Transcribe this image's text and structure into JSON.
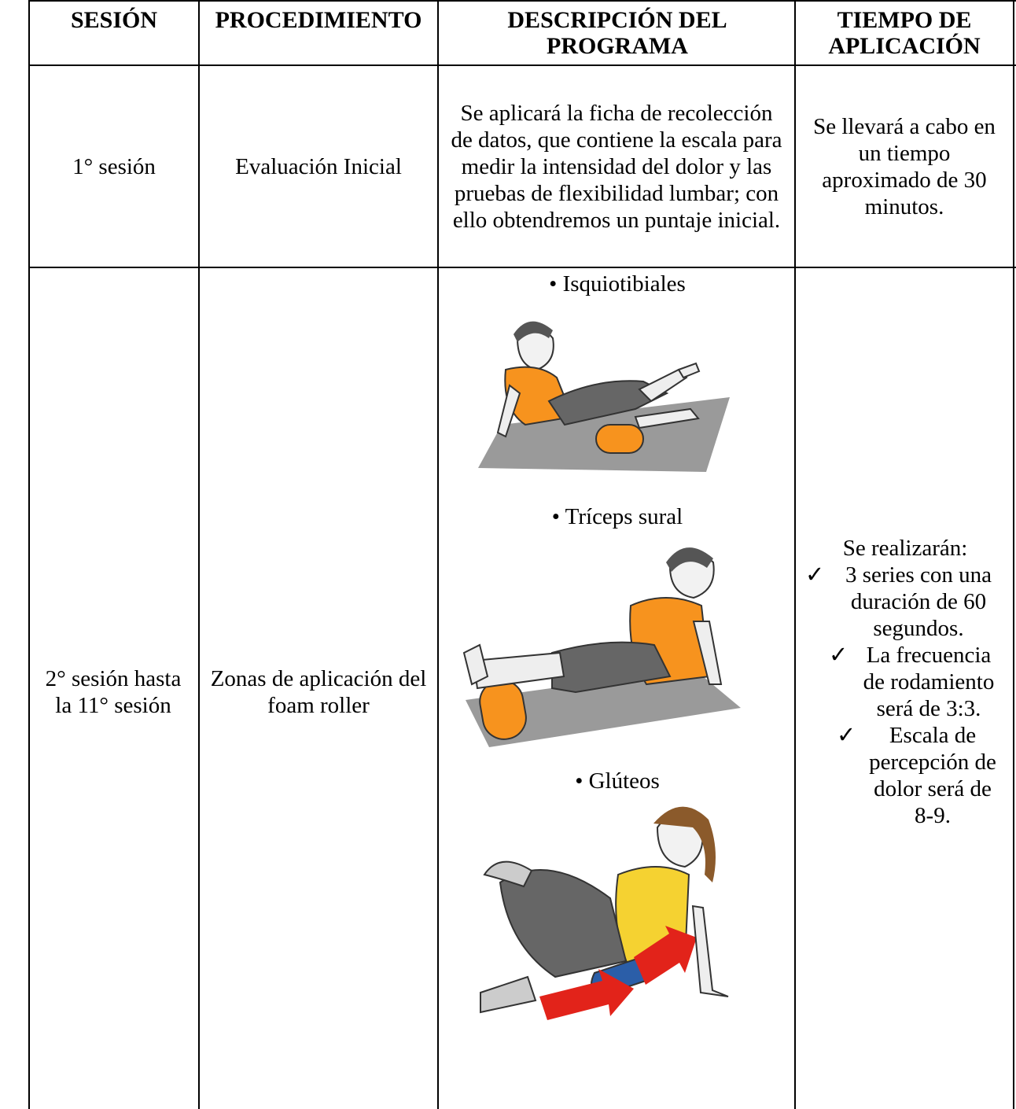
{
  "table": {
    "headers": [
      "SESIÓN",
      "PROCEDIMIENTO",
      "DESCRIPCIÓN DEL PROGRAMA",
      "TIEMPO DE APLICACIÓN"
    ],
    "rows": [
      {
        "session": "1° sesión",
        "procedure": "Evaluación Inicial",
        "description": "Se aplicará la ficha de recolección de datos, que contiene la escala para medir la intensidad del dolor y las pruebas de flexibilidad lumbar; con ello obtendremos un puntaje inicial.",
        "time": "Se llevará a cabo en un tiempo aproximado de 30 minutos."
      },
      {
        "session": "2° sesión hasta la 11° sesión",
        "procedure": "Zonas de aplicación del foam roller",
        "zones": [
          "Isquiotibiales",
          "Tríceps sural",
          "Glúteos"
        ],
        "time_intro": "Se realizarán:",
        "time_items": [
          "3 series con una duración de 60 segundos.",
          "La frecuencia de rodamiento será de 3:3.",
          "Escala de percepción de dolor será de 8-9."
        ]
      }
    ]
  },
  "colors": {
    "roller_orange": "#f7931e",
    "shirt_yellow": "#f5d231",
    "roller_blue": "#2b5ea8",
    "arrow_red": "#e2231a",
    "mat_gray": "#9a9a9a"
  },
  "icons": {
    "bullet": "bullet-icon",
    "check": "checkmark-icon"
  }
}
